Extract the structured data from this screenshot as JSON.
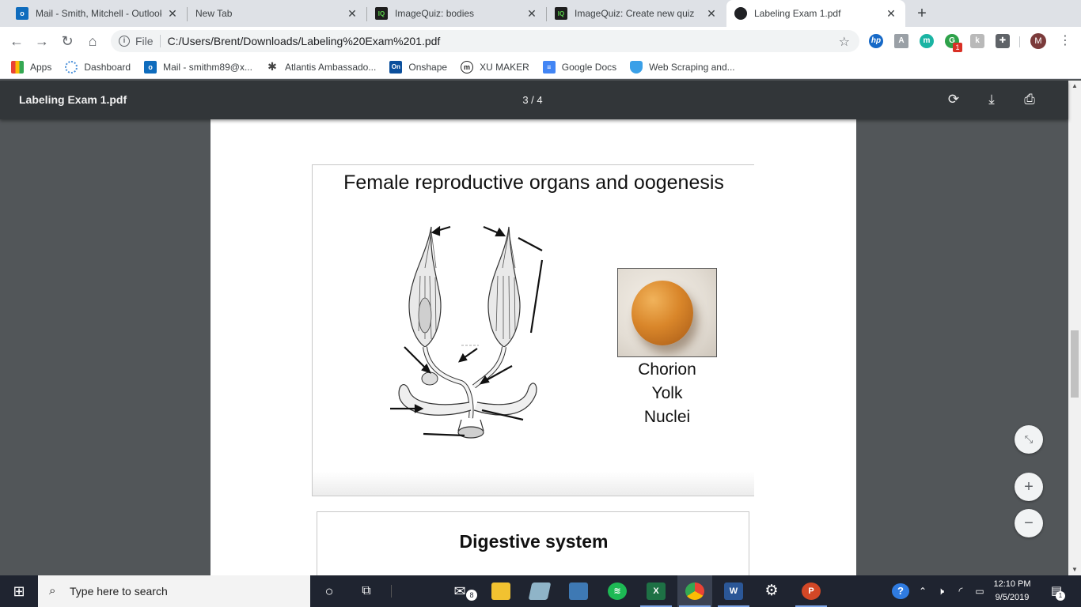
{
  "browser": {
    "tabs": [
      {
        "title": "Mail - Smith, Mitchell - Outlook",
        "icon": "outlook-icon"
      },
      {
        "title": "New Tab",
        "icon": ""
      },
      {
        "title": "ImageQuiz: bodies",
        "icon": "imagequiz-icon",
        "icon_text": "IQ"
      },
      {
        "title": "ImageQuiz: Create new quiz",
        "icon": "imagequiz-icon",
        "icon_text": "IQ"
      },
      {
        "title": "Labeling Exam 1.pdf",
        "icon": "globe-icon"
      }
    ],
    "address": {
      "scheme_label": "File",
      "url": "C:/Users/Brent/Downloads/Labeling%20Exam%201.pdf"
    },
    "profile_initial": "M",
    "extension_badge": "1"
  },
  "bookmarks": [
    {
      "label": "Apps",
      "icon": "apps-grid-icon"
    },
    {
      "label": "Dashboard",
      "icon": "dashboard-icon"
    },
    {
      "label": "Mail - smithm89@x...",
      "icon": "outlook-icon"
    },
    {
      "label": "Atlantis Ambassado...",
      "icon": "asterisk-icon"
    },
    {
      "label": "Onshape",
      "icon": "onshape-icon",
      "icon_text": "On"
    },
    {
      "label": "XU MAKER",
      "icon": "xu-maker-icon"
    },
    {
      "label": "Google Docs",
      "icon": "docs-icon"
    },
    {
      "label": "Web Scraping and...",
      "icon": "shield-icon"
    }
  ],
  "pdf": {
    "title": "Labeling Exam 1.pdf",
    "page_indicator": "3 / 4",
    "slide1": {
      "title": "Female reproductive organs and oogenesis",
      "egg_labels": [
        "Chorion",
        "Yolk",
        "Nuclei"
      ]
    },
    "slide2": {
      "title": "Digestive system"
    }
  },
  "taskbar": {
    "search_placeholder": "Type here to search",
    "mail_badge": "8",
    "time": "12:10 PM",
    "date": "9/5/2019",
    "notification_count": "1"
  },
  "colors": {
    "tabstrip": "#dee1e6",
    "pdf_toolbar": "#323639",
    "viewer_bg": "#525659",
    "taskbar": "#1f2430"
  }
}
